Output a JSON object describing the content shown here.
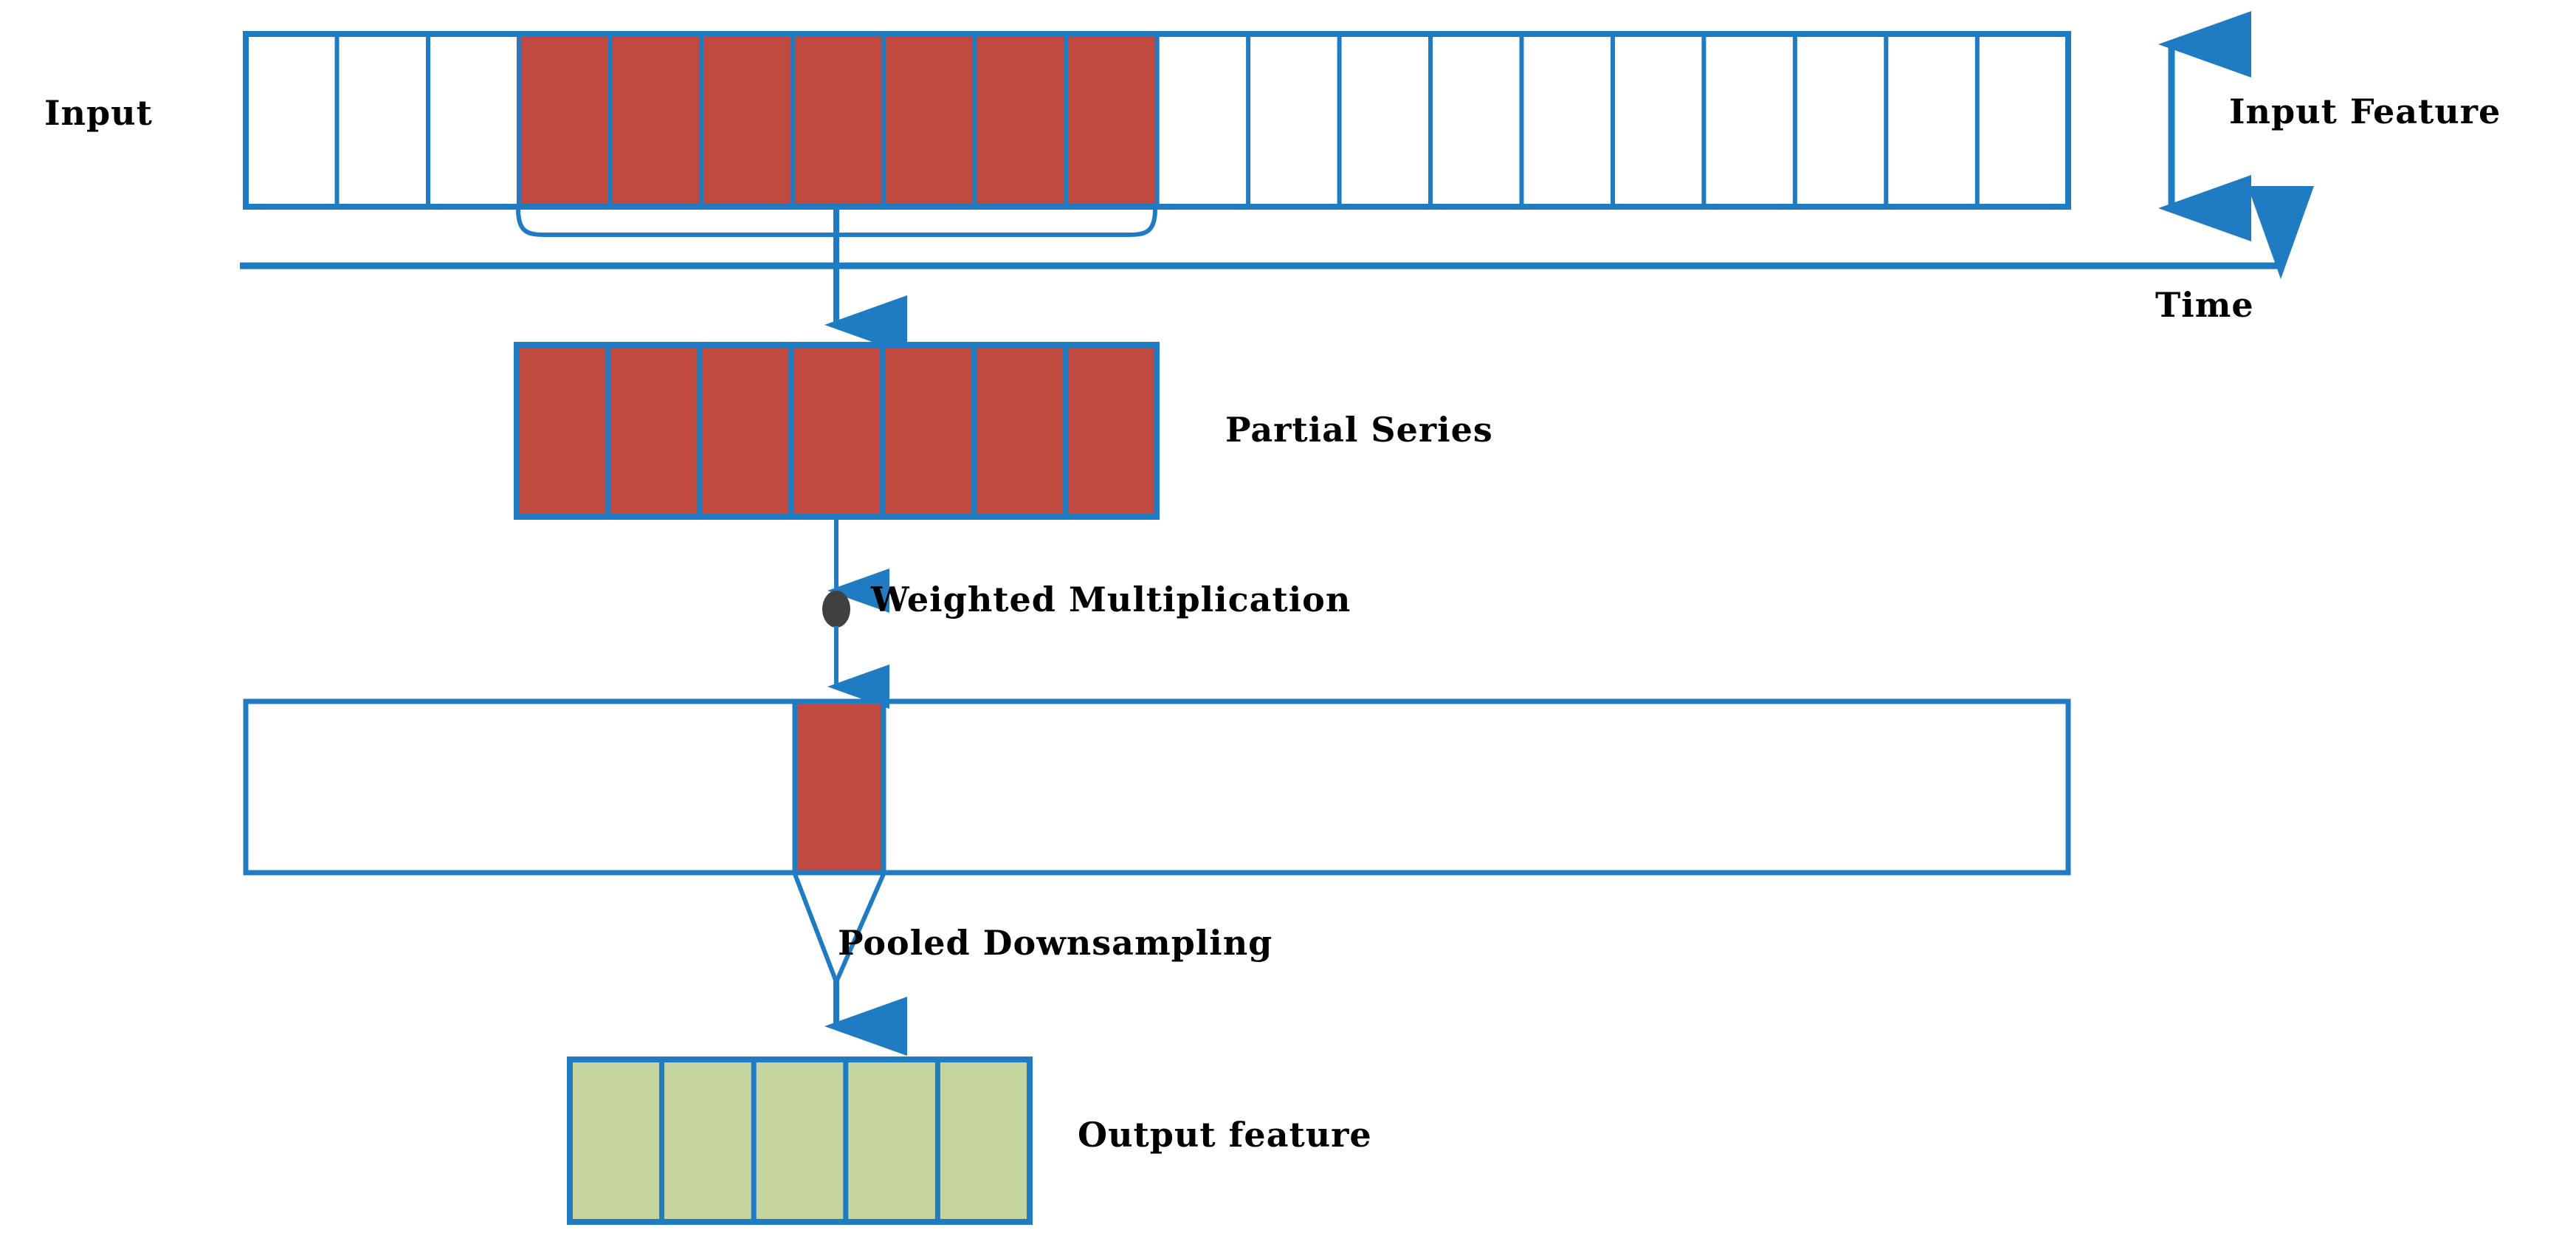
{
  "diagram": {
    "title": "Weighted multiplication and pooled downsampling pipeline",
    "colors": {
      "stroke_blue": "#1F7CC2",
      "fill_red": "#C04A40",
      "fill_green": "#C6D59F",
      "dot_dark": "#404040",
      "background": "#FFFFFF",
      "text": "#000000"
    },
    "labels": {
      "input": "Input",
      "input_feature": "Input Feature",
      "time": "Time",
      "partial_series": "Partial Series",
      "weighted_multiplication": "Weighted Multiplication",
      "pooled_downsampling": "Pooled Downsampling",
      "output_feature": "Output feature"
    },
    "input_series": {
      "name": "input-series-bar",
      "total_cells": 20,
      "highlighted_start_index": 3,
      "highlighted_count": 7,
      "cell_fills": [
        "white",
        "white",
        "white",
        "red",
        "red",
        "red",
        "red",
        "red",
        "red",
        "red",
        "white",
        "white",
        "white",
        "white",
        "white",
        "white",
        "white",
        "white",
        "white",
        "white"
      ]
    },
    "partial_series": {
      "name": "partial-series-bar",
      "total_cells": 7,
      "cell_fills": [
        "red",
        "red",
        "red",
        "red",
        "red",
        "red",
        "red"
      ]
    },
    "pooled_row": {
      "name": "pooled-row-bar",
      "total_cells": 1,
      "highlighted_cell_fill": "red",
      "description": "single red cell inside a long empty row"
    },
    "output_feature": {
      "name": "output-feature-bar",
      "total_cells": 5,
      "cell_fills": [
        "green",
        "green",
        "green",
        "green",
        "green"
      ]
    },
    "connectors": [
      {
        "name": "brace-under-highlight",
        "kind": "curly-brace"
      },
      {
        "name": "arrow-input-to-partial",
        "kind": "arrow-down"
      },
      {
        "name": "arrow-partial-to-dot",
        "kind": "arrow-down"
      },
      {
        "name": "weighted-dot",
        "kind": "dot"
      },
      {
        "name": "arrow-dot-to-pooled",
        "kind": "arrow-down"
      },
      {
        "name": "arrow-pooled-to-output",
        "kind": "arrow-down-funnel"
      },
      {
        "name": "axis-time",
        "kind": "arrow-right"
      },
      {
        "name": "axis-input-feature",
        "kind": "arrow-double-vertical"
      }
    ]
  }
}
